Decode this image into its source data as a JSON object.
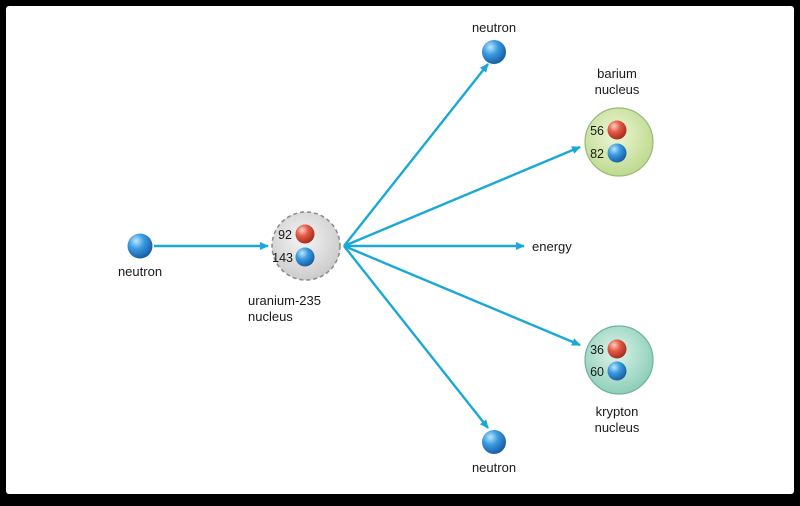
{
  "diagram": {
    "incoming_neutron_label": "neutron",
    "uranium": {
      "label_line1": "uranium-235",
      "label_line2": "nucleus",
      "protons": "92",
      "neutrons": "143"
    },
    "barium": {
      "label_line1": "barium",
      "label_line2": "nucleus",
      "protons": "56",
      "neutrons": "82"
    },
    "krypton": {
      "label_line1": "krypton",
      "label_line2": "nucleus",
      "protons": "36",
      "neutrons": "60"
    },
    "neutron_top_label": "neutron",
    "neutron_bottom_label": "neutron",
    "energy_label": "energy",
    "colors": {
      "arrow": "#1aa9d6",
      "proton": "#e0523f",
      "neutron": "#2a8fd8",
      "uranium_fill": "#d9d9d9",
      "barium_fill": "#cfe4a8",
      "krypton_fill": "#a9dccb"
    }
  }
}
